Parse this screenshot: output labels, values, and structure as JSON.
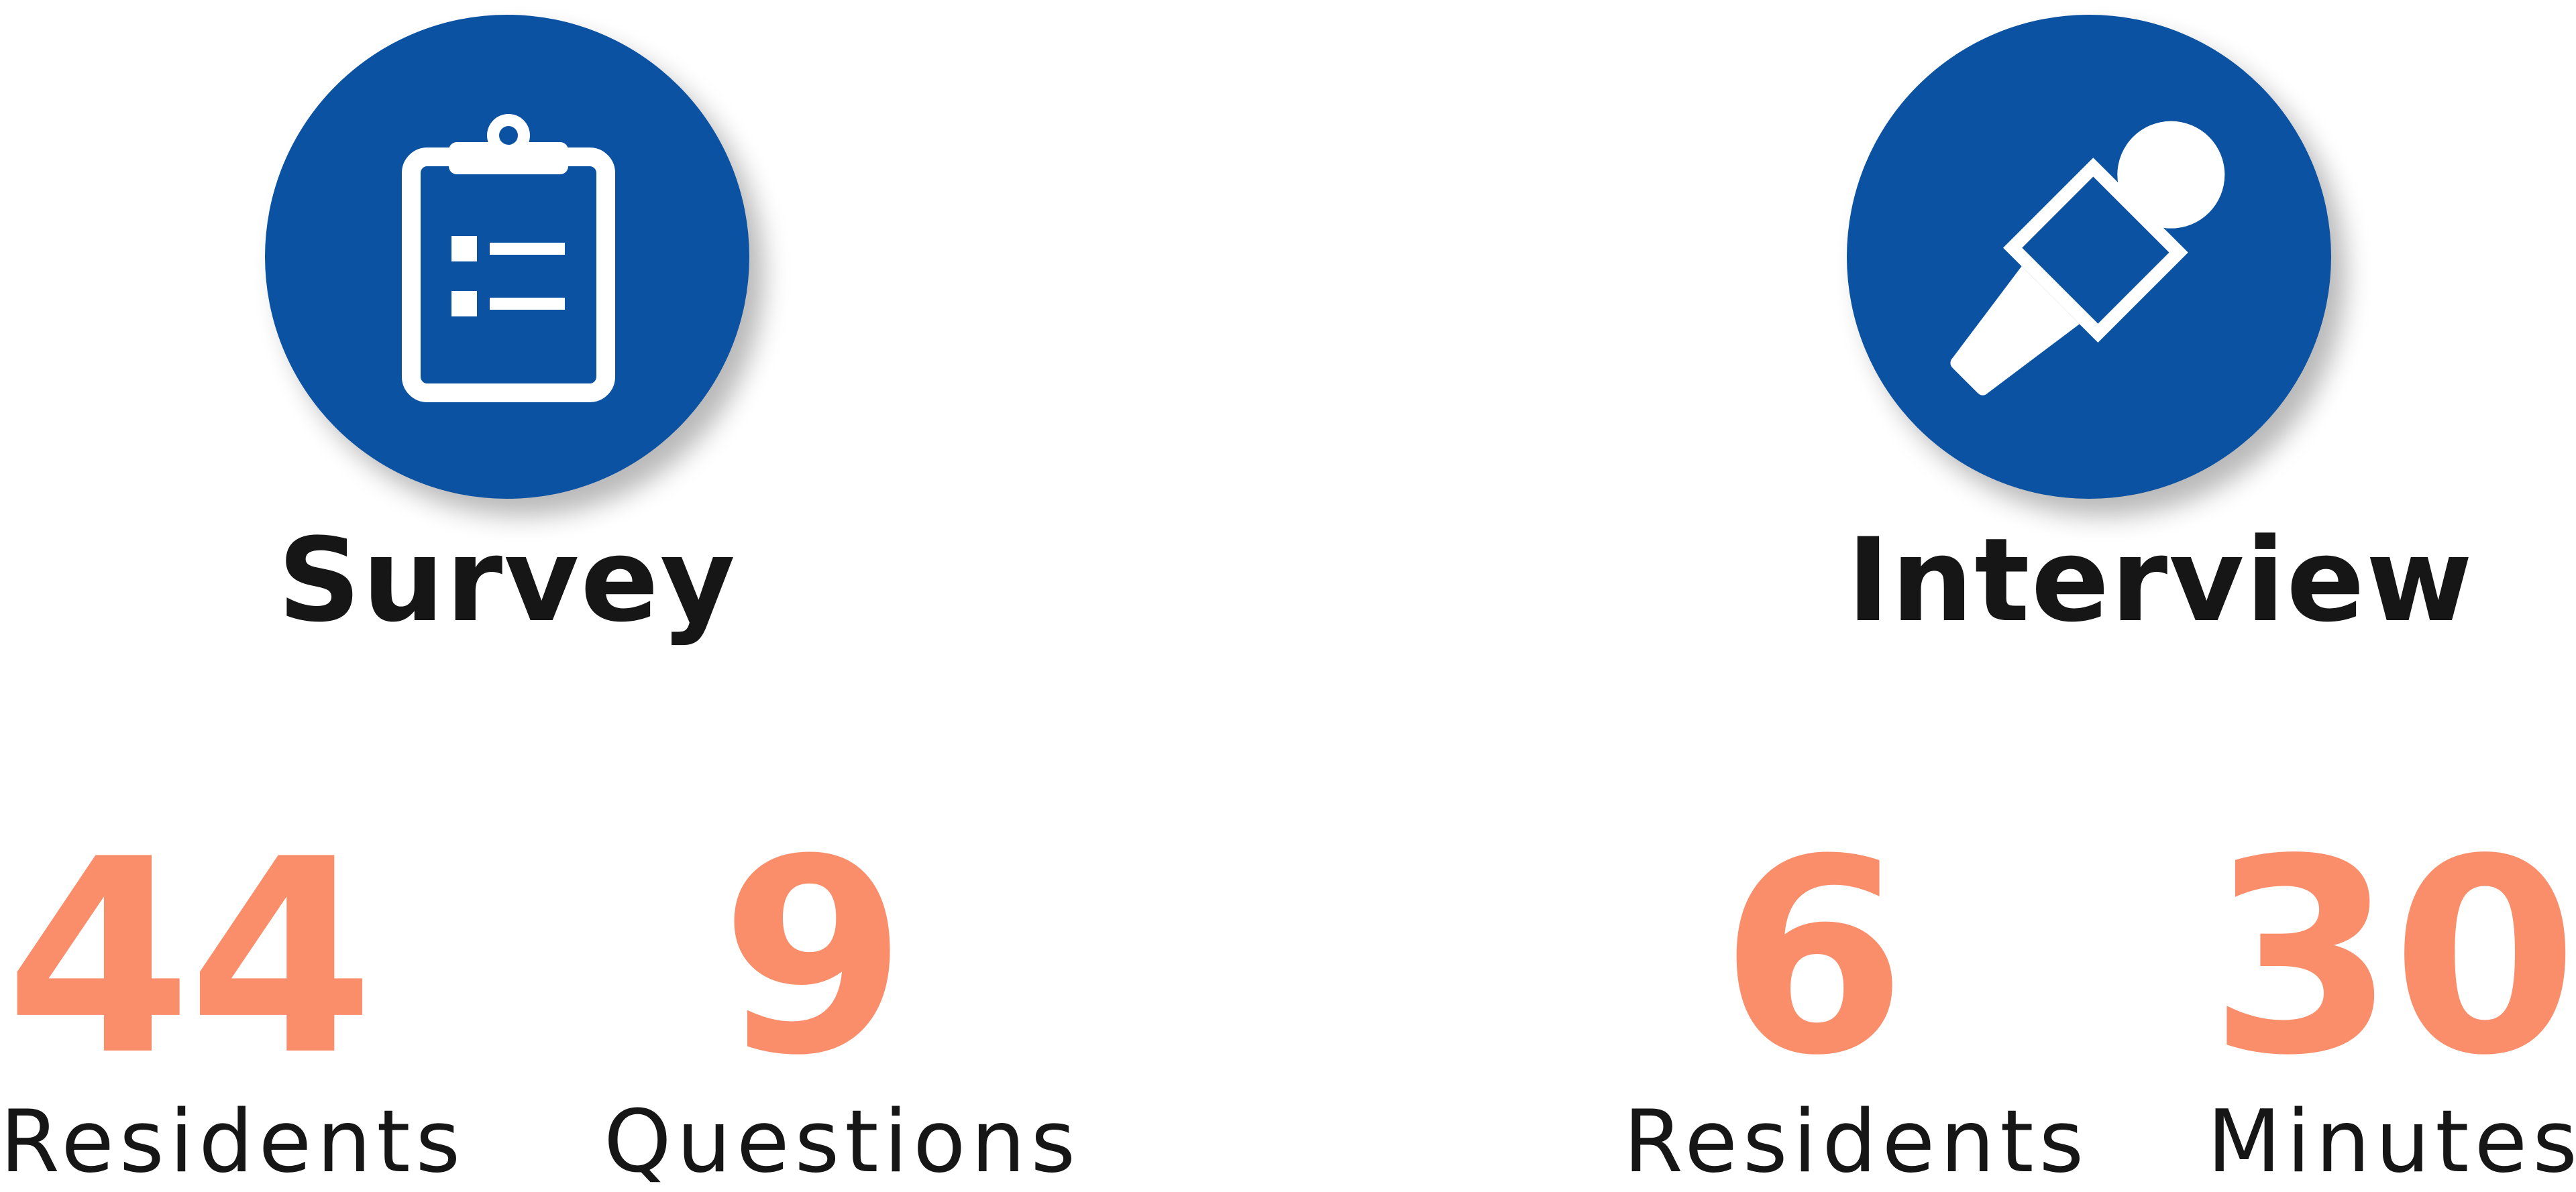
{
  "survey": {
    "title": "Survey",
    "icon": "clipboard-icon",
    "stats": [
      {
        "value": "44",
        "label": "Residents"
      },
      {
        "value": "9",
        "label": "Questions"
      }
    ]
  },
  "interview": {
    "title": "Interview",
    "icon": "microphone-icon",
    "stats": [
      {
        "value": "6",
        "label": "Residents"
      },
      {
        "value": "30",
        "label": "Minutes"
      }
    ]
  },
  "colors": {
    "circle": "#0b52a3",
    "stat_value": "#fa8e6b",
    "text": "#161616",
    "background": "#ffffff"
  }
}
